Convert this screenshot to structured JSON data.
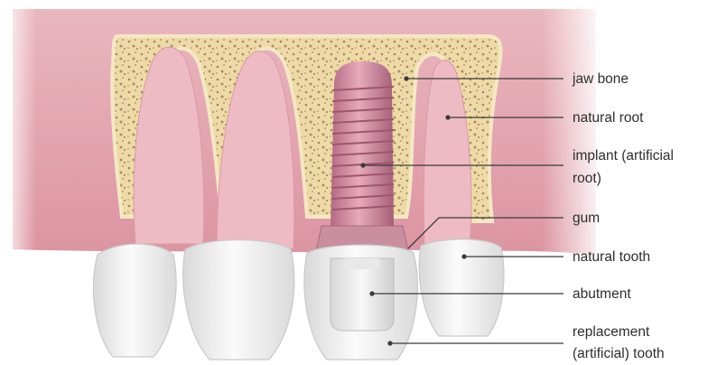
{
  "diagram": {
    "labels": {
      "jaw_bone": "jaw bone",
      "natural_root": "natural root",
      "implant_line1": "implant (artificial",
      "implant_line2": "root)",
      "gum": "gum",
      "natural_tooth": "natural tooth",
      "abutment": "abutment",
      "replacement_line1": "replacement",
      "replacement_line2": "(artificial) tooth"
    },
    "colors": {
      "gum": "#e5a7b1",
      "bone": "#efd9a6",
      "tooth": "#f2f2f2",
      "implant": "#c77e95",
      "leader": "#3a3a3a"
    }
  }
}
